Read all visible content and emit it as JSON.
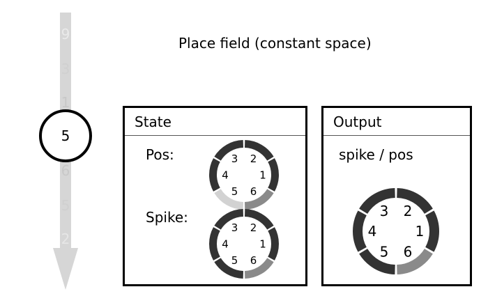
{
  "title": "Place field (constant space)",
  "sequence": {
    "current": "5",
    "faded": [
      "9",
      "3",
      "1",
      "6",
      "5",
      "2"
    ],
    "arrow_color": "#d6d6d6"
  },
  "state_panel": {
    "header": "State",
    "pos_label": "Pos:",
    "spike_label": "Spike:"
  },
  "output_panel": {
    "header": "Output",
    "label": "spike / pos"
  },
  "rings": {
    "pos": {
      "labels": [
        "1",
        "2",
        "3",
        "4",
        "5",
        "6"
      ],
      "segment_colors": [
        "#333333",
        "#333333",
        "#333333",
        "#333333",
        "#d2d2d2",
        "#8a8a8a"
      ]
    },
    "spike": {
      "labels": [
        "1",
        "2",
        "3",
        "4",
        "5",
        "6"
      ],
      "segment_colors": [
        "#333333",
        "#333333",
        "#333333",
        "#333333",
        "#333333",
        "#8a8a8a"
      ]
    },
    "output": {
      "labels": [
        "1",
        "2",
        "3",
        "4",
        "5",
        "6"
      ],
      "segment_colors": [
        "#333333",
        "#333333",
        "#333333",
        "#333333",
        "#333333",
        "#8a8a8a"
      ]
    }
  },
  "colors": {
    "ring_dark": "#333333",
    "ring_mid": "#8a8a8a",
    "ring_light": "#d2d2d2",
    "faded_text": "#d0d0d0"
  }
}
